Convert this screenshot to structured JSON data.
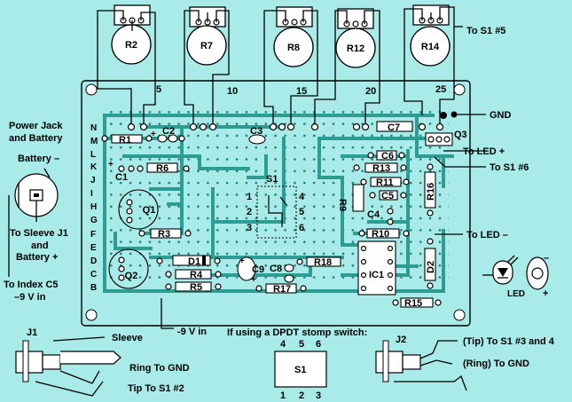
{
  "diagram": {
    "pots": [
      "R2",
      "R7",
      "R8",
      "R12",
      "R14"
    ],
    "column_numbers": [
      "5",
      "10",
      "15",
      "20",
      "25"
    ],
    "row_letters": [
      "N",
      "M",
      "L",
      "K",
      "J",
      "I",
      "H",
      "G",
      "F",
      "E",
      "D",
      "C",
      "B"
    ],
    "components": {
      "r1": "R1",
      "c2": "C2",
      "c3": "C3",
      "c7": "C7",
      "q3": "Q3",
      "c1": "C1",
      "r6": "R6",
      "c6": "C6",
      "r13": "R13",
      "r11": "R11",
      "r16": "R16",
      "r9": "R9",
      "c5": "C5",
      "c4": "C4",
      "q1": "Q1",
      "r3": "R3",
      "r10": "R10",
      "d1": "D1",
      "c9": "C9",
      "c8": "C8",
      "r18": "R18",
      "d2": "D2",
      "q2": "Q2",
      "r4": "R4",
      "ic1": "IC1",
      "r5": "R5",
      "r17": "R17",
      "r15": "R15"
    },
    "s1_board": {
      "title": "S1",
      "pins": [
        "1",
        "2",
        "3",
        "4",
        "5",
        "6"
      ]
    },
    "labels": {
      "to_s1_5": "To S1 #5",
      "gnd": "GND",
      "power_jack_line1": "Power Jack",
      "power_jack_line2": "and Battery",
      "battery_minus": "Battery –",
      "to_led_plus": "To LED +",
      "to_s1_6": "To S1 #6",
      "to_sleeve_line1": "To Sleeve J1",
      "to_sleeve_line2": "and",
      "to_sleeve_line3": "Battery +",
      "to_led_minus": "To LED –",
      "to_index_line1": "To Index C5",
      "to_index_line2": "–9 V in",
      "led_caption": "LED",
      "led_minus": "–",
      "led_plus": "+",
      "minus9v": "-9 V in",
      "dpdt_note": "If using a DPDT stomp switch:",
      "dpdt_top_pins": [
        "4",
        "5",
        "6"
      ],
      "dpdt_bottom_pins": [
        "1",
        "2",
        "3"
      ],
      "dpdt_label": "S1",
      "j1": "J1",
      "sleeve": "Sleeve",
      "ring_gnd": "Ring  To  GND",
      "tip_s1_2": "Tip  To  S1 #2",
      "j2": "J2",
      "tip_s1_34": "(Tip) To  S1 #3 and 4",
      "ring_gnd_j2": "(Ring) To GND"
    }
  }
}
